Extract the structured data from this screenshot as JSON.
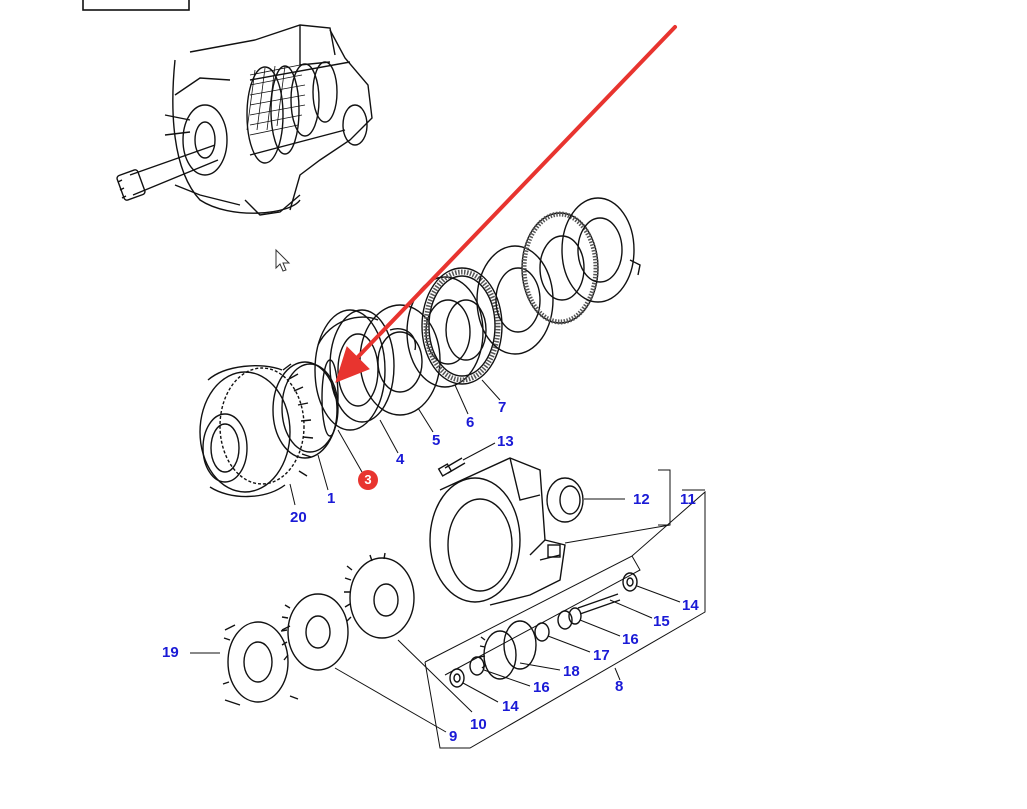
{
  "diagram": {
    "highlight_color": "#e8342f",
    "label_color": "#1a1ad6",
    "highlighted_part": "3",
    "labels": {
      "p1": "1",
      "p3": "3",
      "p4": "4",
      "p5": "5",
      "p6": "6",
      "p7": "7",
      "p8": "8",
      "p9": "9",
      "p10": "10",
      "p11": "11",
      "p12": "12",
      "p13": "13",
      "p14a": "14",
      "p14b": "14",
      "p15": "15",
      "p16a": "16",
      "p16b": "16",
      "p17": "17",
      "p18": "18",
      "p19": "19",
      "p20": "20"
    }
  }
}
